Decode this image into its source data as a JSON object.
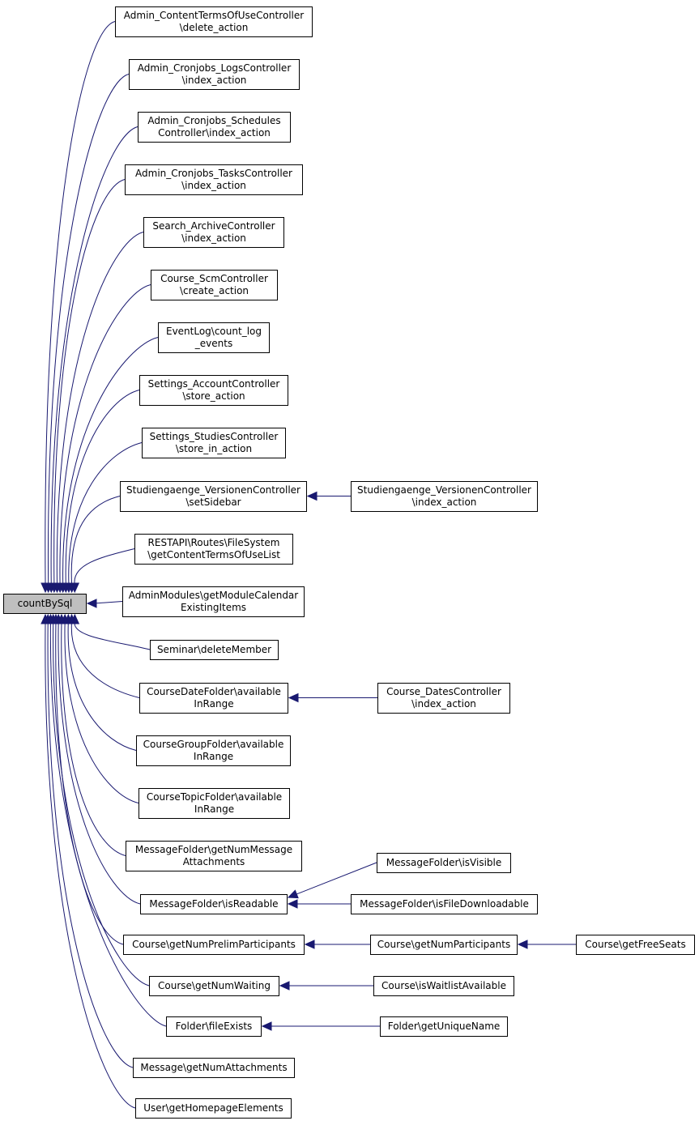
{
  "colors": {
    "edge": "#191970",
    "root_fill": "#bfbfbf",
    "node_fill": "#ffffff",
    "node_border": "#000000"
  },
  "root": {
    "id": "root",
    "lines": [
      "countBySql"
    ]
  },
  "nodes": [
    {
      "id": "n1",
      "lines": [
        "Admin_ContentTermsOfUseController",
        "\\delete_action"
      ]
    },
    {
      "id": "n2",
      "lines": [
        "Admin_Cronjobs_LogsController",
        "\\index_action"
      ]
    },
    {
      "id": "n3",
      "lines": [
        "Admin_Cronjobs_Schedules",
        "Controller\\index_action"
      ]
    },
    {
      "id": "n4",
      "lines": [
        "Admin_Cronjobs_TasksController",
        "\\index_action"
      ]
    },
    {
      "id": "n5",
      "lines": [
        "Search_ArchiveController",
        "\\index_action"
      ]
    },
    {
      "id": "n6",
      "lines": [
        "Course_ScmController",
        "\\create_action"
      ]
    },
    {
      "id": "n7",
      "lines": [
        "EventLog\\count_log",
        "_events"
      ]
    },
    {
      "id": "n8",
      "lines": [
        "Settings_AccountController",
        "\\store_action"
      ]
    },
    {
      "id": "n9",
      "lines": [
        "Settings_StudiesController",
        "\\store_in_action"
      ]
    },
    {
      "id": "n10",
      "lines": [
        "Studiengaenge_VersionenController",
        "\\setSidebar"
      ]
    },
    {
      "id": "n11",
      "lines": [
        "RESTAPI\\Routes\\FileSystem",
        "\\getContentTermsOfUseList"
      ]
    },
    {
      "id": "n12",
      "lines": [
        "AdminModules\\getModuleCalendar",
        "ExistingItems"
      ]
    },
    {
      "id": "n13",
      "lines": [
        "Seminar\\deleteMember"
      ]
    },
    {
      "id": "n14",
      "lines": [
        "CourseDateFolder\\available",
        "InRange"
      ]
    },
    {
      "id": "n15",
      "lines": [
        "CourseGroupFolder\\available",
        "InRange"
      ]
    },
    {
      "id": "n16",
      "lines": [
        "CourseTopicFolder\\available",
        "InRange"
      ]
    },
    {
      "id": "n17",
      "lines": [
        "MessageFolder\\getNumMessage",
        "Attachments"
      ]
    },
    {
      "id": "n18",
      "lines": [
        "MessageFolder\\isReadable"
      ]
    },
    {
      "id": "n19",
      "lines": [
        "Course\\getNumPrelimParticipants"
      ]
    },
    {
      "id": "n20",
      "lines": [
        "Course\\getNumWaiting"
      ]
    },
    {
      "id": "n21",
      "lines": [
        "Folder\\fileExists"
      ]
    },
    {
      "id": "n22",
      "lines": [
        "Message\\getNumAttachments"
      ]
    },
    {
      "id": "n23",
      "lines": [
        "User\\getHomepageElements"
      ]
    },
    {
      "id": "m1",
      "lines": [
        "Studiengaenge_VersionenController",
        "\\index_action"
      ]
    },
    {
      "id": "m2",
      "lines": [
        "Course_DatesController",
        "\\index_action"
      ]
    },
    {
      "id": "m3",
      "lines": [
        "MessageFolder\\isVisible"
      ]
    },
    {
      "id": "m4",
      "lines": [
        "MessageFolder\\isFileDownloadable"
      ]
    },
    {
      "id": "m5",
      "lines": [
        "Course\\getNumParticipants"
      ]
    },
    {
      "id": "m6",
      "lines": [
        "Course\\isWaitlistAvailable"
      ]
    },
    {
      "id": "m7",
      "lines": [
        "Folder\\getUniqueName"
      ]
    },
    {
      "id": "m8",
      "lines": [
        "Course\\getFreeSeats"
      ]
    }
  ],
  "edges": [
    {
      "from": "n1",
      "to": "root"
    },
    {
      "from": "n2",
      "to": "root"
    },
    {
      "from": "n3",
      "to": "root"
    },
    {
      "from": "n4",
      "to": "root"
    },
    {
      "from": "n5",
      "to": "root"
    },
    {
      "from": "n6",
      "to": "root"
    },
    {
      "from": "n7",
      "to": "root"
    },
    {
      "from": "n8",
      "to": "root"
    },
    {
      "from": "n9",
      "to": "root"
    },
    {
      "from": "n10",
      "to": "root"
    },
    {
      "from": "n11",
      "to": "root"
    },
    {
      "from": "n12",
      "to": "root"
    },
    {
      "from": "n13",
      "to": "root"
    },
    {
      "from": "n14",
      "to": "root"
    },
    {
      "from": "n15",
      "to": "root"
    },
    {
      "from": "n16",
      "to": "root"
    },
    {
      "from": "n17",
      "to": "root"
    },
    {
      "from": "n18",
      "to": "root"
    },
    {
      "from": "n19",
      "to": "root"
    },
    {
      "from": "n20",
      "to": "root"
    },
    {
      "from": "n21",
      "to": "root"
    },
    {
      "from": "n22",
      "to": "root"
    },
    {
      "from": "n23",
      "to": "root"
    },
    {
      "from": "m1",
      "to": "n10"
    },
    {
      "from": "m2",
      "to": "n14"
    },
    {
      "from": "m3",
      "to": "n18"
    },
    {
      "from": "m4",
      "to": "n18"
    },
    {
      "from": "m5",
      "to": "n19"
    },
    {
      "from": "m6",
      "to": "n20"
    },
    {
      "from": "m7",
      "to": "n21"
    },
    {
      "from": "m8",
      "to": "m5"
    }
  ]
}
